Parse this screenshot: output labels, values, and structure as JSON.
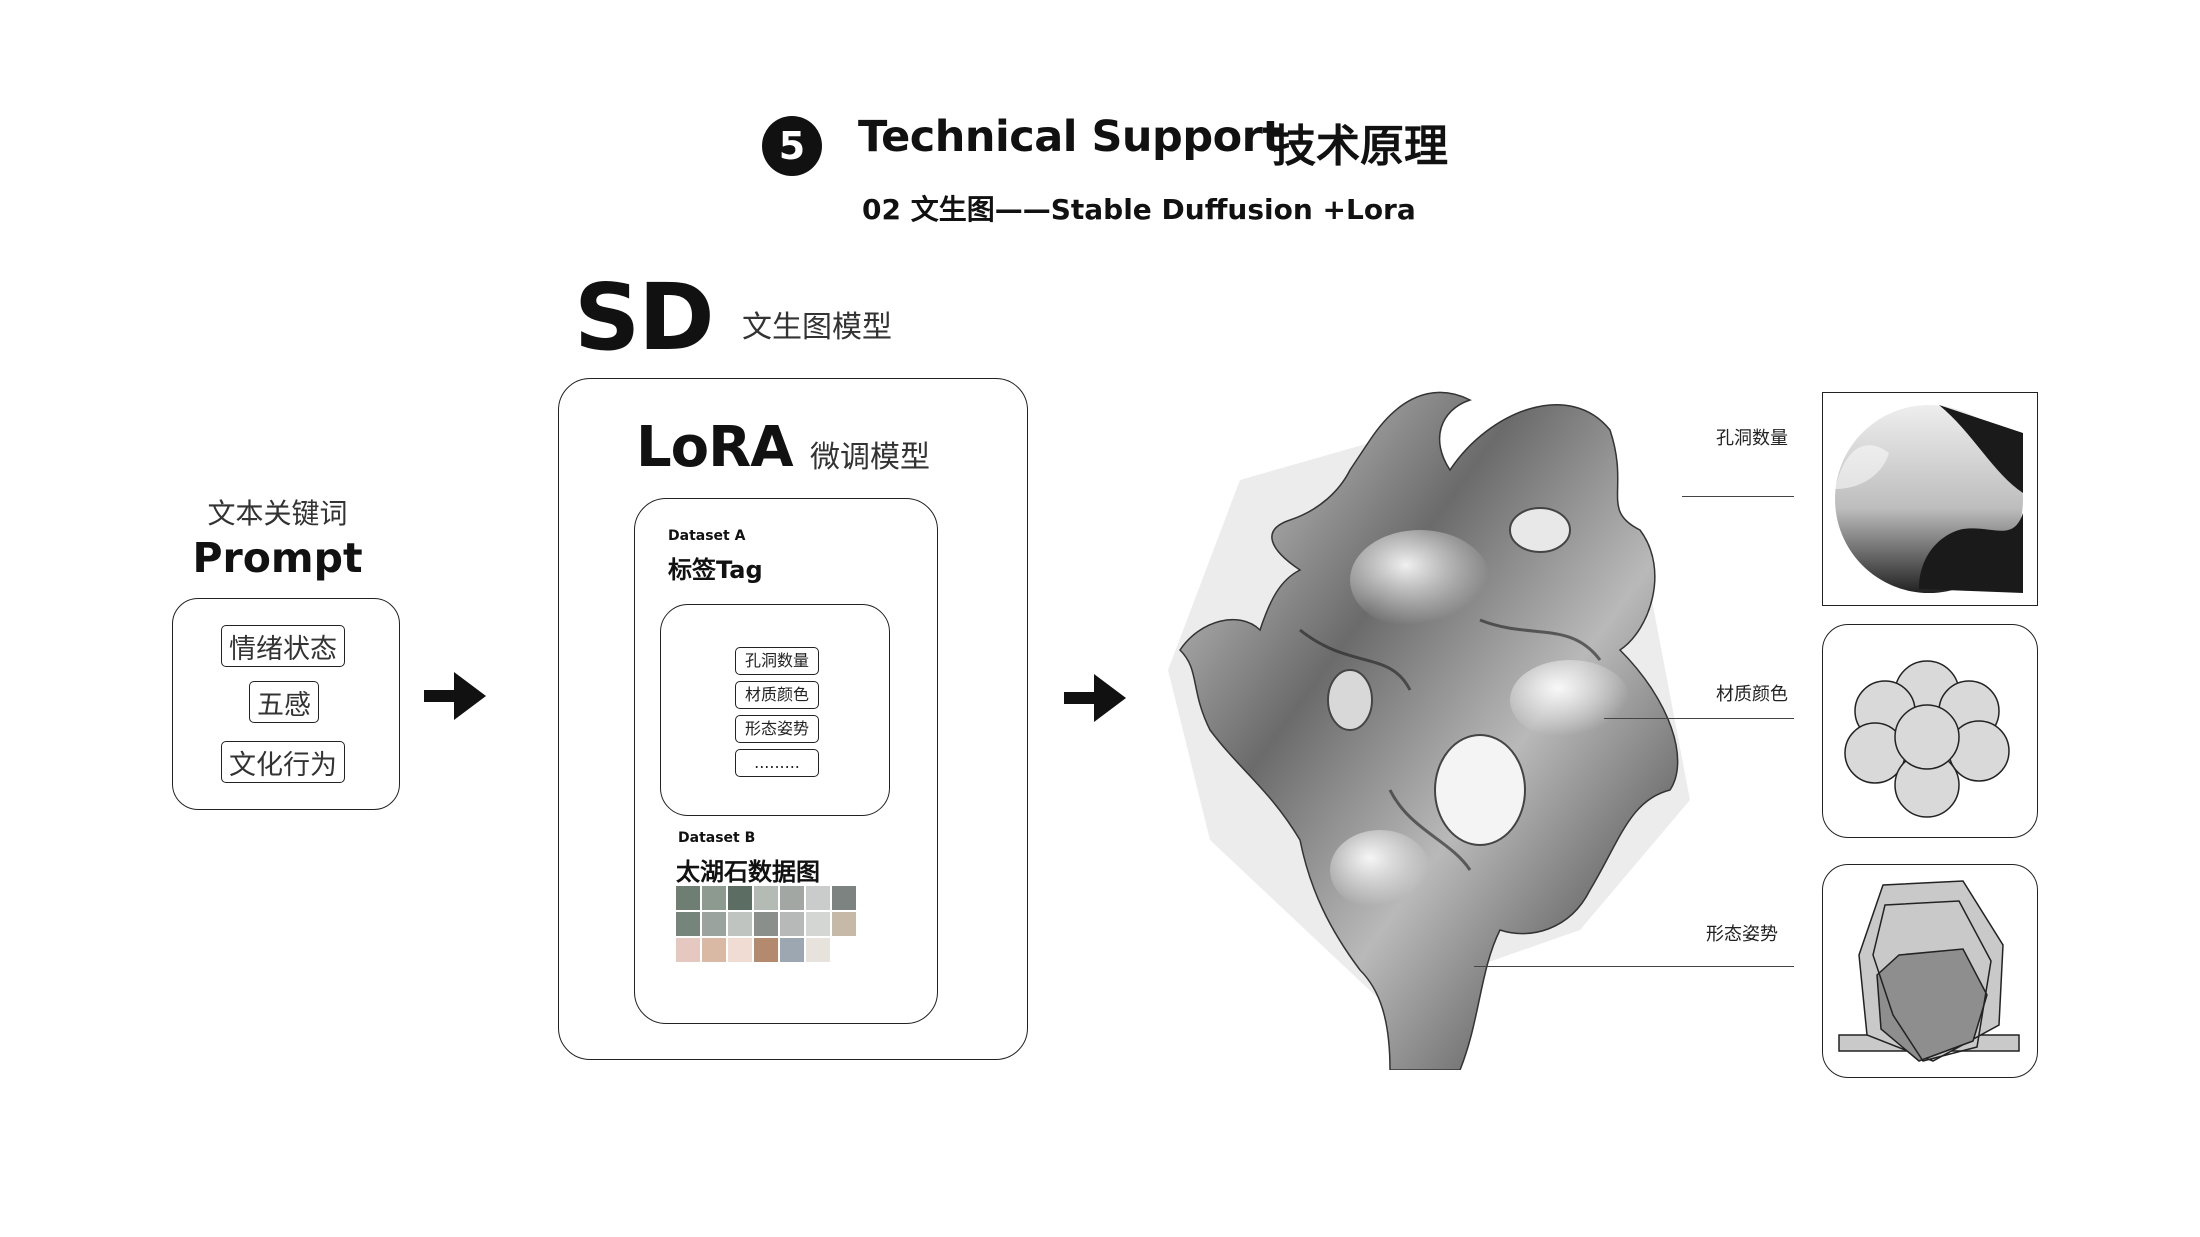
{
  "header": {
    "number": "5",
    "title": "Technical Support",
    "title_cn": "技术原理",
    "subtitle": "02 文生图——Stable Duffusion +Lora"
  },
  "prompt": {
    "label_cn": "文本关键词",
    "title": "Prompt",
    "tags": [
      "情绪状态",
      "五感",
      "文化行为"
    ]
  },
  "sd": {
    "title": "SD",
    "label_cn": "文生图模型",
    "lora": {
      "title": "LoRA",
      "label_cn": "微调模型",
      "dataset_a": {
        "label": "Dataset A",
        "title": "标签Tag",
        "tags": [
          "孔洞数量",
          "材质颜色",
          "形态姿势",
          "........."
        ]
      },
      "dataset_b": {
        "label": "Dataset B",
        "title": "太湖石数据图"
      }
    }
  },
  "output": {
    "features": [
      {
        "label": "孔洞数量",
        "icon": "holes-icon"
      },
      {
        "label": "材质颜色",
        "icon": "color-cluster-icon"
      },
      {
        "label": "形态姿势",
        "icon": "pose-shape-icon"
      }
    ]
  },
  "colors": {
    "ink": "#111111",
    "panel_bg": "#ffffff",
    "backdrop": "#ececec"
  }
}
